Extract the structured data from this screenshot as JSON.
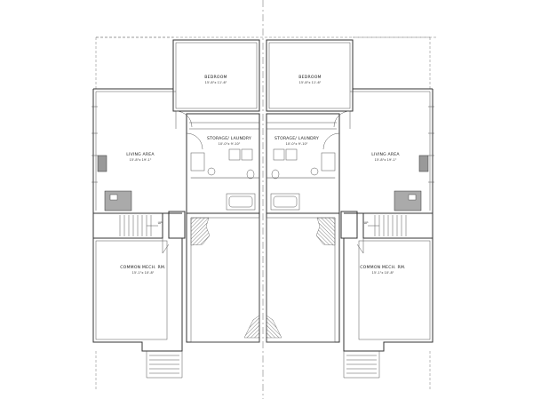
{
  "plan": {
    "units": [
      {
        "side": "left",
        "rooms": {
          "bedroom": {
            "name": "BEDROOM",
            "dims": "15'-8\"x 11'-6\""
          },
          "storage": {
            "name": "STORAGE/ LAUNDRY",
            "dims": "10'-0\"x 9'-10\""
          },
          "living": {
            "name": "LIVING AREA",
            "dims": "15'-8\"x 19'-1\""
          },
          "mech": {
            "name": "COMMON MECH. RM.",
            "dims": "15'-1\"x 10'-8\""
          }
        },
        "stair_label": "UP"
      },
      {
        "side": "right",
        "rooms": {
          "bedroom": {
            "name": "BEDROOM",
            "dims": "15'-8\"x 11'-6\""
          },
          "storage": {
            "name": "STORAGE/ LAUNDRY",
            "dims": "10'-0\"x 9'-10\""
          },
          "living": {
            "name": "LIVING AREA",
            "dims": "15'-8\"x 19'-1\""
          },
          "mech": {
            "name": "COMMON MECH. RM.",
            "dims": "15'-1\"x 10'-8\""
          }
        },
        "stair_label": "UP"
      }
    ],
    "colors": {
      "wall": "#333333",
      "hatch": "#888888",
      "fixture_fill": "#999999"
    }
  }
}
